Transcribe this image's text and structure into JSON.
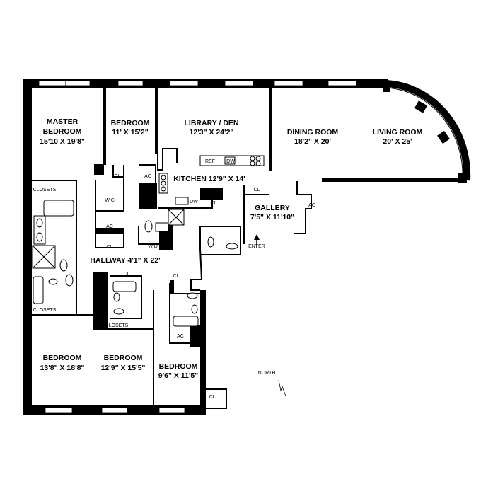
{
  "rooms": {
    "master": {
      "name1": "MASTER",
      "name2": "BEDROOM",
      "dims": "15'10 X 19'8\""
    },
    "bedroom_north": {
      "name": "BEDROOM",
      "dims": "11' X 15'2\""
    },
    "library": {
      "name": "LIBRARY / DEN",
      "dims": "12'3\" X 24'2\""
    },
    "dining": {
      "name": "DINING ROOM",
      "dims": "18'2\" X 20'"
    },
    "living": {
      "name": "LIVING ROOM",
      "dims": "20' X 25'"
    },
    "kitchen": {
      "label": "KITCHEN 12'9\" X 14'"
    },
    "gallery": {
      "name": "GALLERY",
      "dims": "7'5\" X 11'10\""
    },
    "hallway": {
      "label": "HALLWAY 4'1\" X 22'"
    },
    "bedroom_sw": {
      "name": "BEDROOM",
      "dims": "13'8\" X 18'8\""
    },
    "bedroom_s": {
      "name": "BEDROOM",
      "dims": "12'9\" X 15'5\""
    },
    "bedroom_se": {
      "name": "BEDROOM",
      "dims": "9'6\" X 11'5\""
    }
  },
  "fixtures": {
    "closets": "CLOSETS",
    "cl": "CL",
    "ac": "AC",
    "wic": "WIC",
    "wd": "W/D",
    "ref": "REF",
    "dw": "DW"
  },
  "enter": "ENTER",
  "north": "NORTH"
}
